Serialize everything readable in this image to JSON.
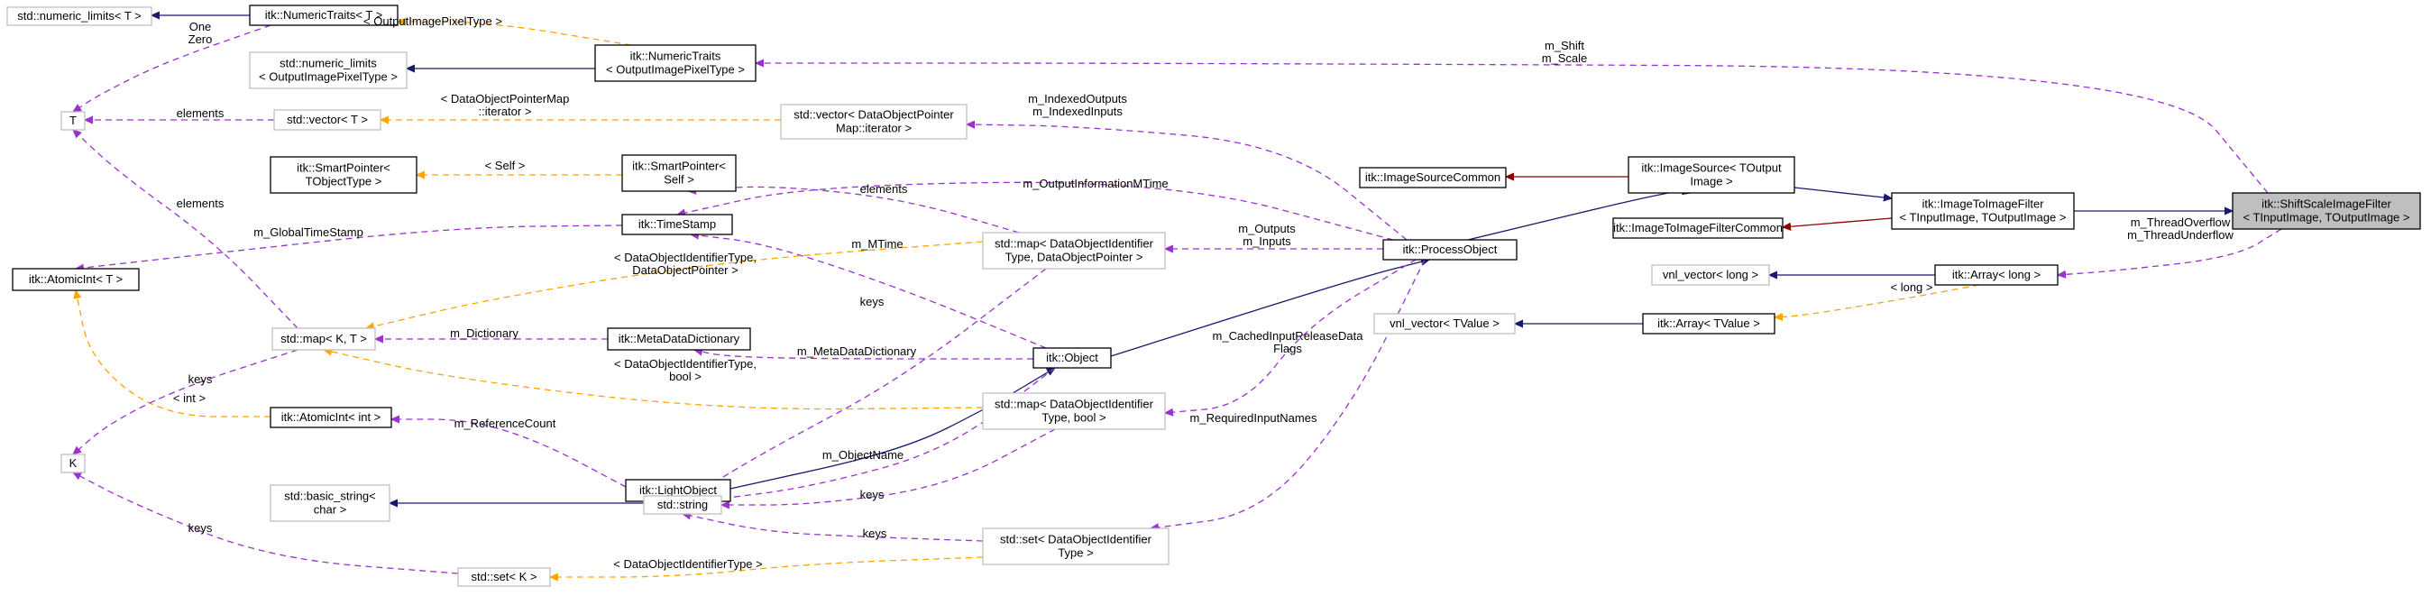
{
  "diagram": {
    "nodes": [
      {
        "id": "numlim_T",
        "lines": [
          "std::numeric_limits< T >"
        ],
        "style": "ext"
      },
      {
        "id": "numtraits_T",
        "lines": [
          "itk::NumericTraits< T >"
        ],
        "style": "std"
      },
      {
        "id": "numlim_out",
        "lines": [
          "std::numeric_limits",
          "< OutputImagePixelType >"
        ],
        "style": "ext"
      },
      {
        "id": "numtraits_out",
        "lines": [
          "itk::NumericTraits",
          "< OutputImagePixelType >"
        ],
        "style": "std"
      },
      {
        "id": "T",
        "lines": [
          "T"
        ],
        "style": "ext"
      },
      {
        "id": "vector_T",
        "lines": [
          "std::vector< T >"
        ],
        "style": "ext"
      },
      {
        "id": "vector_dop",
        "lines": [
          "std::vector< DataObjectPointer",
          "Map::iterator >"
        ],
        "style": "ext"
      },
      {
        "id": "smartptr_T",
        "lines": [
          "itk::SmartPointer<",
          "TObjectType >"
        ],
        "style": "std"
      },
      {
        "id": "smartptr_self",
        "lines": [
          "itk::SmartPointer<",
          "Self >"
        ],
        "style": "std"
      },
      {
        "id": "timestamp",
        "lines": [
          "itk::TimeStamp"
        ],
        "style": "std"
      },
      {
        "id": "atomicint_T",
        "lines": [
          "itk::AtomicInt< T >"
        ],
        "style": "std"
      },
      {
        "id": "map_dop",
        "lines": [
          "std::map< DataObjectIdentifier",
          "Type, DataObjectPointer >"
        ],
        "style": "ext"
      },
      {
        "id": "imgsrc_common",
        "lines": [
          "itk::ImageSourceCommon"
        ],
        "style": "std"
      },
      {
        "id": "imgsrc",
        "lines": [
          "itk::ImageSource< TOutput",
          "Image >"
        ],
        "style": "std"
      },
      {
        "id": "processobject",
        "lines": [
          "itk::ProcessObject"
        ],
        "style": "std"
      },
      {
        "id": "i2i_common",
        "lines": [
          "itk::ImageToImageFilterCommon"
        ],
        "style": "std"
      },
      {
        "id": "i2i",
        "lines": [
          "itk::ImageToImageFilter",
          "< TInputImage, TOutputImage >"
        ],
        "style": "std"
      },
      {
        "id": "shiftscale",
        "lines": [
          "itk::ShiftScaleImageFilter",
          "< TInputImage, TOutputImage >"
        ],
        "style": "hl"
      },
      {
        "id": "vnl_long",
        "lines": [
          "vnl_vector< long >"
        ],
        "style": "ext"
      },
      {
        "id": "array_long",
        "lines": [
          "itk::Array< long >"
        ],
        "style": "std"
      },
      {
        "id": "map_KT",
        "lines": [
          "std::map< K, T >"
        ],
        "style": "ext"
      },
      {
        "id": "metadatadict",
        "lines": [
          "itk::MetaDataDictionary"
        ],
        "style": "std"
      },
      {
        "id": "object",
        "lines": [
          "itk::Object"
        ],
        "style": "std"
      },
      {
        "id": "vnl_TValue",
        "lines": [
          "vnl_vector< TValue >"
        ],
        "style": "ext"
      },
      {
        "id": "array_TValue",
        "lines": [
          "itk::Array< TValue >"
        ],
        "style": "std"
      },
      {
        "id": "map_dob",
        "lines": [
          "std::map< DataObjectIdentifier",
          "Type, bool >"
        ],
        "style": "ext"
      },
      {
        "id": "K",
        "lines": [
          "K"
        ],
        "style": "ext"
      },
      {
        "id": "atomicint_int",
        "lines": [
          "itk::AtomicInt< int >"
        ],
        "style": "std"
      },
      {
        "id": "lightobject",
        "lines": [
          "itk::LightObject"
        ],
        "style": "std"
      },
      {
        "id": "basic_string",
        "lines": [
          "std::basic_string<",
          "char >"
        ],
        "style": "ext"
      },
      {
        "id": "string",
        "lines": [
          "std::string"
        ],
        "style": "ext"
      },
      {
        "id": "set_dot",
        "lines": [
          "std::set< DataObjectIdentifier",
          "Type >"
        ],
        "style": "ext"
      },
      {
        "id": "set_K",
        "lines": [
          "std::set< K >"
        ],
        "style": "ext"
      }
    ],
    "edges": [
      {
        "from": "numtraits_T",
        "to": "numlim_T",
        "kind": "inherit",
        "labels": []
      },
      {
        "from": "numtraits_out",
        "to": "numlim_out",
        "kind": "inherit",
        "labels": []
      },
      {
        "from": "numtraits_out",
        "to": "numtraits_T",
        "kind": "template",
        "labels": [
          "< OutputImagePixelType >"
        ]
      },
      {
        "from": "numtraits_T",
        "to": "T",
        "kind": "member",
        "labels": [
          "One",
          "Zero"
        ]
      },
      {
        "from": "vector_T",
        "to": "T",
        "kind": "member",
        "labels": [
          "elements"
        ]
      },
      {
        "from": "vector_dop",
        "to": "vector_T",
        "kind": "template",
        "labels": [
          "< DataObjectPointerMap",
          "::iterator >"
        ]
      },
      {
        "from": "smartptr_self",
        "to": "smartptr_T",
        "kind": "template",
        "labels": [
          "< Self >"
        ]
      },
      {
        "from": "timestamp",
        "to": "atomicint_T",
        "kind": "member",
        "labels": [
          "m_GlobalTimeStamp"
        ]
      },
      {
        "from": "map_KT",
        "to": "T",
        "kind": "member",
        "labels": [
          "elements"
        ]
      },
      {
        "from": "shiftscale",
        "to": "numtraits_out",
        "kind": "member",
        "labels": [
          "m_Shift",
          "m_Scale"
        ]
      },
      {
        "from": "processobject",
        "to": "vector_dop",
        "kind": "member",
        "labels": [
          "m_IndexedOutputs",
          "m_IndexedInputs"
        ]
      },
      {
        "from": "processobject",
        "to": "timestamp",
        "kind": "member",
        "labels": [
          "m_OutputInformationMTime"
        ]
      },
      {
        "from": "map_dop",
        "to": "smartptr_self",
        "kind": "member",
        "labels": [
          "elements"
        ]
      },
      {
        "from": "processobject",
        "to": "map_dop",
        "kind": "member",
        "labels": [
          "m_Outputs",
          "m_Inputs"
        ]
      },
      {
        "from": "map_dop",
        "to": "map_KT",
        "kind": "template",
        "labels": [
          "< DataObjectIdentifierType,",
          "DataObjectPointer >"
        ]
      },
      {
        "from": "imgsrc",
        "to": "imgsrc_common",
        "kind": "private",
        "labels": []
      },
      {
        "from": "processobject",
        "to": "imgsrc",
        "kind": "inherit",
        "labels": []
      },
      {
        "from": "imgsrc",
        "to": "i2i",
        "kind": "inherit",
        "labels": []
      },
      {
        "from": "i2i",
        "to": "i2i_common",
        "kind": "private",
        "labels": []
      },
      {
        "from": "i2i",
        "to": "shiftscale",
        "kind": "inherit",
        "labels": []
      },
      {
        "from": "shiftscale",
        "to": "array_long",
        "kind": "member",
        "labels": [
          "m_ThreadOverflow",
          "m_ThreadUnderflow"
        ]
      },
      {
        "from": "array_long",
        "to": "vnl_long",
        "kind": "inherit",
        "labels": []
      },
      {
        "from": "array_long",
        "to": "array_TValue",
        "kind": "template",
        "labels": [
          "< long >"
        ]
      },
      {
        "from": "array_TValue",
        "to": "vnl_TValue",
        "kind": "inherit",
        "labels": []
      },
      {
        "from": "object",
        "to": "timestamp",
        "kind": "member",
        "labels": [
          "m_MTime"
        ]
      },
      {
        "from": "object",
        "to": "processobject",
        "kind": "inherit",
        "labels": []
      },
      {
        "from": "metadatadict",
        "to": "map_KT",
        "kind": "member",
        "labels": [
          "m_Dictionary"
        ]
      },
      {
        "from": "object",
        "to": "metadatadict",
        "kind": "member",
        "labels": [
          "m_MetaDataDictionary"
        ]
      },
      {
        "from": "map_dob",
        "to": "map_KT",
        "kind": "template",
        "labels": [
          "< DataObjectIdentifierType,",
          "bool >"
        ]
      },
      {
        "from": "processobject",
        "to": "map_dob",
        "kind": "member",
        "labels": [
          "m_CachedInputReleaseData",
          "Flags"
        ]
      },
      {
        "from": "atomicint_int",
        "to": "atomicint_T",
        "kind": "template",
        "labels": [
          "< int >"
        ]
      },
      {
        "from": "lightobject",
        "to": "atomicint_int",
        "kind": "member",
        "labels": [
          "m_ReferenceCount"
        ]
      },
      {
        "from": "lightobject",
        "to": "object",
        "kind": "inherit",
        "labels": []
      },
      {
        "from": "map_KT",
        "to": "K",
        "kind": "member",
        "labels": [
          "keys"
        ]
      },
      {
        "from": "string",
        "to": "basic_string",
        "kind": "inherit",
        "labels": []
      },
      {
        "from": "object",
        "to": "string",
        "kind": "member",
        "labels": [
          "m_ObjectName"
        ]
      },
      {
        "from": "map_dop",
        "to": "string",
        "kind": "member",
        "labels": [
          "keys"
        ]
      },
      {
        "from": "map_dob",
        "to": "string",
        "kind": "member",
        "labels": [
          "keys"
        ]
      },
      {
        "from": "processobject",
        "to": "set_dot",
        "kind": "member",
        "labels": [
          "m_RequiredInputNames"
        ]
      },
      {
        "from": "set_dot",
        "to": "string",
        "kind": "member",
        "labels": [
          "keys"
        ]
      },
      {
        "from": "set_K",
        "to": "K",
        "kind": "member",
        "labels": [
          "keys"
        ]
      },
      {
        "from": "set_dot",
        "to": "set_K",
        "kind": "template",
        "labels": [
          "< DataObjectIdentifierType >"
        ]
      }
    ]
  },
  "colors": {
    "inherit": "#191970",
    "private": "#8b0000",
    "member": "#9a32cd",
    "template": "#ffa500",
    "node_border": "#000000",
    "node_border_external": "#bfbfbf",
    "node_highlight": "#bfbfbf"
  }
}
